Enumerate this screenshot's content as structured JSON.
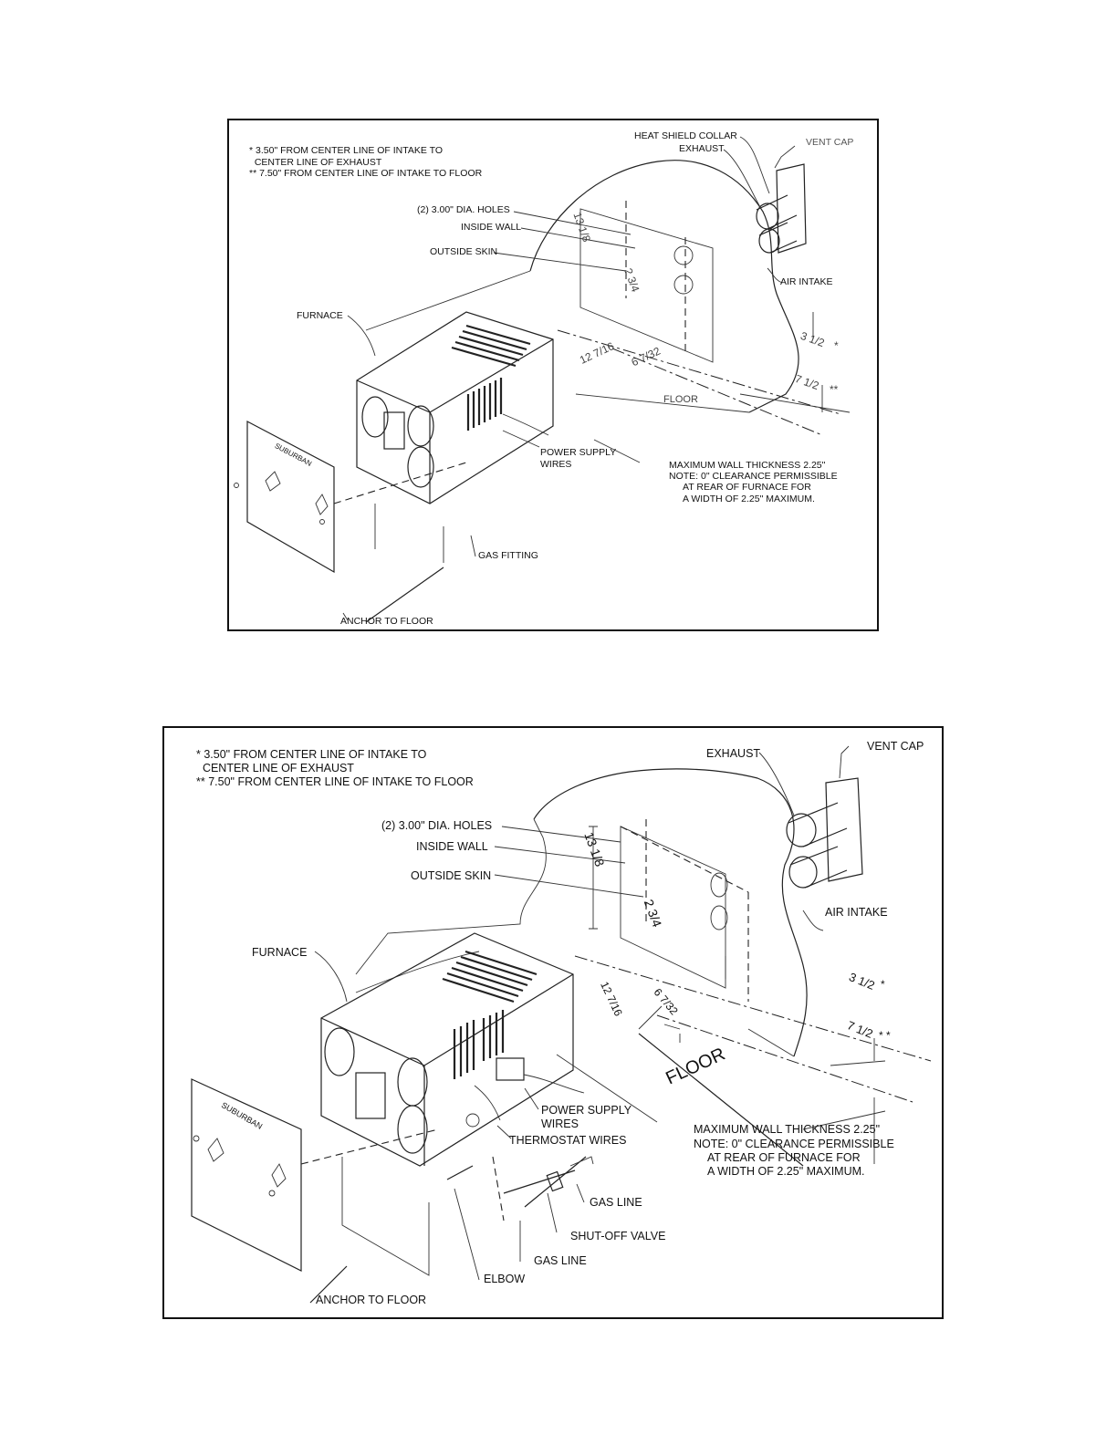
{
  "figures": [
    {
      "notes": [
        "* 3.50\" FROM CENTER LINE OF INTAKE TO",
        "  CENTER LINE OF EXHAUST",
        "** 7.50\" FROM CENTER LINE OF INTAKE TO FLOOR"
      ],
      "labels": {
        "heat_shield_collar": "HEAT SHIELD COLLAR",
        "exhaust": "EXHAUST",
        "vent_cap": "VENT CAP",
        "holes": "(2) 3.00\" DIA. HOLES",
        "inside_wall": "INSIDE WALL",
        "outside_skin": "OUTSIDE SKIN",
        "air_intake": "AIR INTAKE",
        "furnace": "FURNACE",
        "power_supply_wires_1": "POWER SUPPLY",
        "power_supply_wires_2": "WIRES",
        "max_wall_1": "MAXIMUM WALL THICKNESS 2.25\"",
        "max_wall_2": "NOTE: 0\" CLEARANCE PERMISSIBLE",
        "max_wall_3": "AT REAR OF FURNACE FOR",
        "max_wall_4": "A WIDTH OF 2.25\" MAXIMUM.",
        "gas_fitting": "GAS FITTING",
        "anchor": "ANCHOR TO FLOOR",
        "door_brand": "SUBURBAN",
        "floor": "FLOOR"
      },
      "dims": {
        "d13": "13 1/8",
        "d2": "2 3/4",
        "d12": "12 7/16",
        "d6": "6 7/32",
        "d3": "3 1/2",
        "d3_mark": "*",
        "d7": "7 1/2",
        "d7_mark": "**"
      }
    },
    {
      "notes": [
        "* 3.50\" FROM CENTER LINE OF INTAKE TO",
        "  CENTER LINE OF EXHAUST",
        "** 7.50\" FROM CENTER LINE OF INTAKE TO FLOOR"
      ],
      "labels": {
        "exhaust": "EXHAUST",
        "vent_cap": "VENT CAP",
        "holes": "(2) 3.00\" DIA. HOLES",
        "inside_wall": "INSIDE WALL",
        "outside_skin": "OUTSIDE SKIN",
        "air_intake": "AIR INTAKE",
        "furnace": "FURNACE",
        "power_supply_wires_1": "POWER SUPPLY",
        "power_supply_wires_2": "WIRES",
        "thermostat_wires": "THERMOSTAT WIRES",
        "max_wall_1": "MAXIMUM WALL THICKNESS 2.25\"",
        "max_wall_2": "NOTE: 0\" CLEARANCE PERMISSIBLE",
        "max_wall_3": "AT REAR OF FURNACE FOR",
        "max_wall_4": "A WIDTH OF 2.25\" MAXIMUM.",
        "gas_line_1": "GAS LINE",
        "shutoff_valve": "SHUT-OFF VALVE",
        "gas_line_2": "GAS LINE",
        "elbow": "ELBOW",
        "anchor": "ANCHOR TO FLOOR",
        "door_brand": "SUBURBAN",
        "floor": "FLOOR"
      },
      "dims": {
        "d13": "13  1/8",
        "d2": "2 3/4",
        "d12": "12 7/16",
        "d6": "6 7/32",
        "d3": "3 1/2",
        "d3_mark": "*",
        "d7": "7 1/2",
        "d7_mark": "* *"
      }
    }
  ]
}
